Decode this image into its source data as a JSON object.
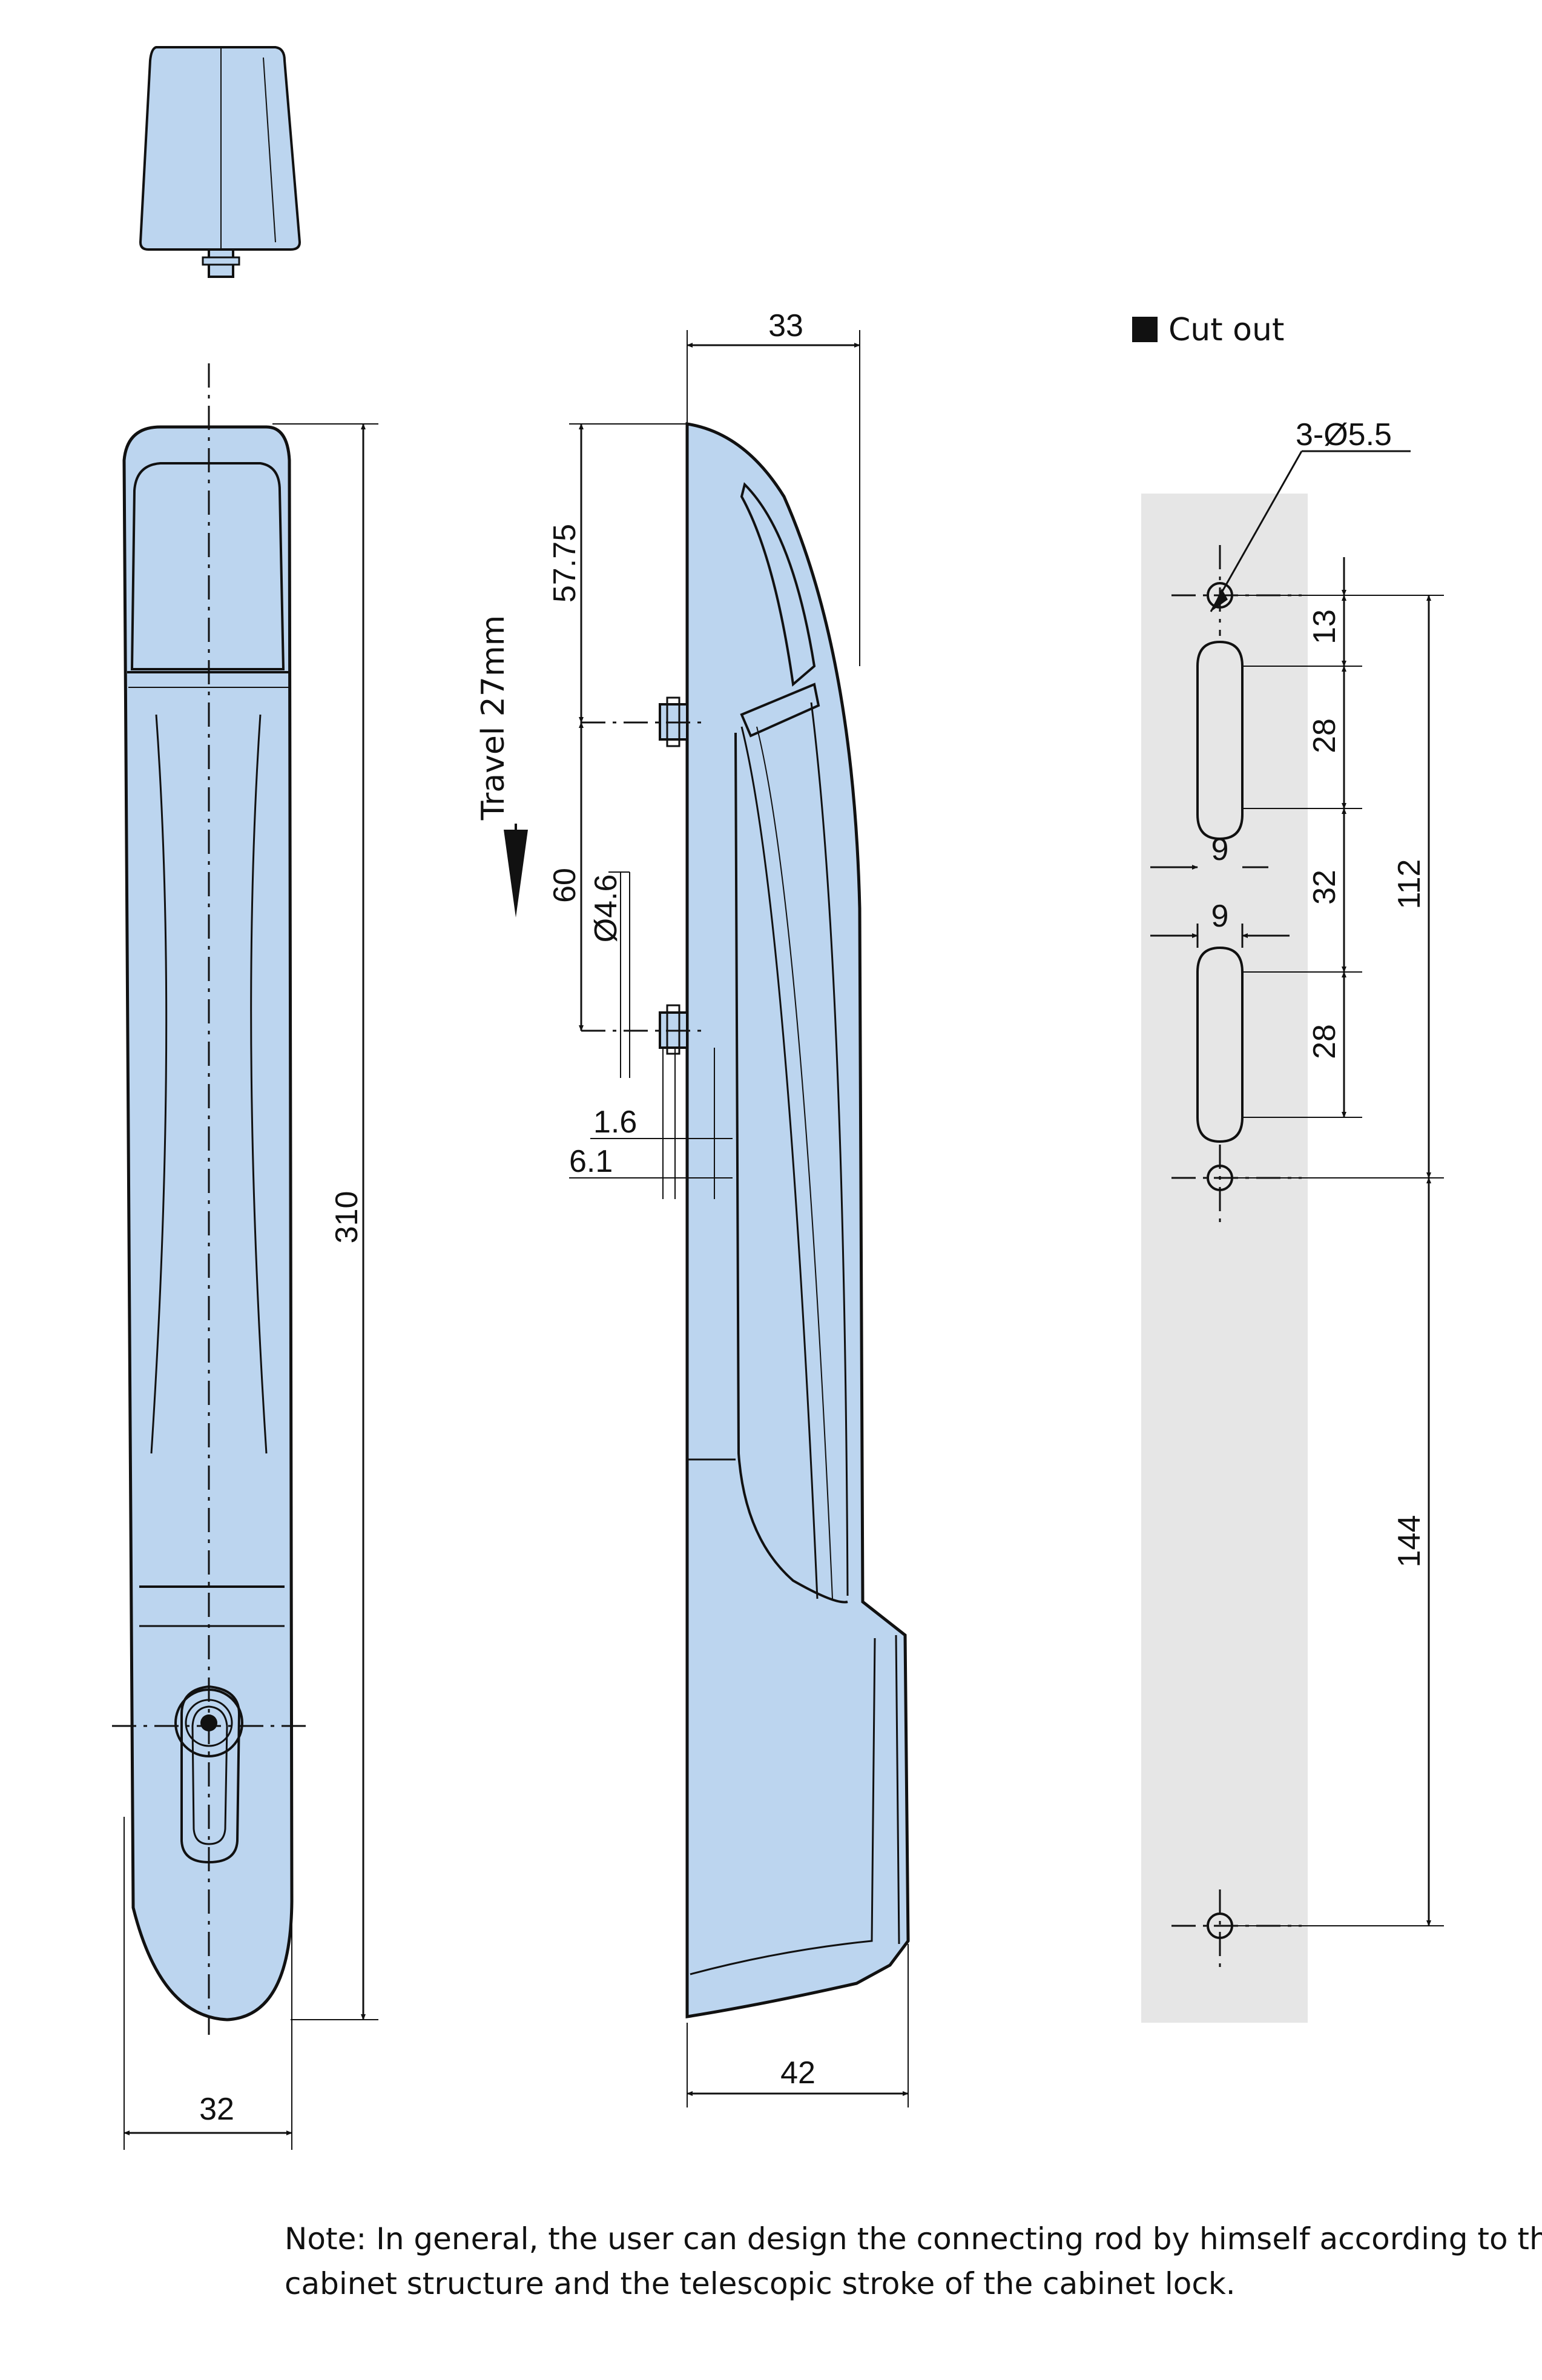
{
  "labels": {
    "cutout_title": "Cut out",
    "holes": "3-Ø5.5",
    "travel": "Travel 27mm",
    "bore": "Ø4.6"
  },
  "dimensions": {
    "overall_length": "310",
    "front_width": "32",
    "side_depth_top": "33",
    "side_depth_bottom": "42",
    "stud_top_offset": "57.75",
    "stud_spacing": "60",
    "thickness_a": "1.6",
    "thickness_b": "6.1",
    "cut_13": "13",
    "cut_28_upper": "28",
    "cut_32": "32",
    "cut_28_lower": "28",
    "cut_112": "112",
    "cut_144": "144",
    "slot_width_upper": "9",
    "slot_width_lower": "9"
  },
  "note": {
    "line1": "Note: In general, the user can design the connecting rod by himself according to the",
    "line2": "cabinet structure and the telescopic stroke of the cabinet lock."
  },
  "colors": {
    "body_fill": "#bcd5ef",
    "outline": "#111111",
    "cutout_panel": "#e6e6e6"
  }
}
